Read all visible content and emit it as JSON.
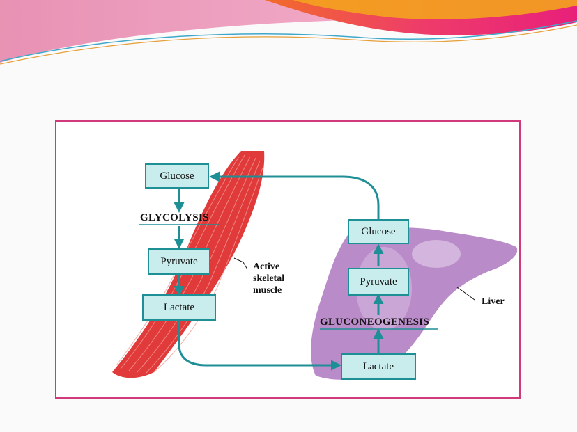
{
  "colors": {
    "frame": "#d13a7a",
    "box_fill": "#c9ecec",
    "box_border": "#1f8f96",
    "arrow": "#1f8f96",
    "muscle": "#e03a3a",
    "liver": "#b98bc8"
  },
  "muscle": {
    "glucose": "Glucose",
    "process": "GLYCOLYSIS",
    "pyruvate": "Pyruvate",
    "lactate": "Lactate",
    "label_line1": "Active",
    "label_line2": "skeletal",
    "label_line3": "muscle"
  },
  "liver": {
    "glucose": "Glucose",
    "pyruvate": "Pyruvate",
    "process": "GLUCONEOGENESIS",
    "lactate": "Lactate",
    "label": "Liver"
  }
}
